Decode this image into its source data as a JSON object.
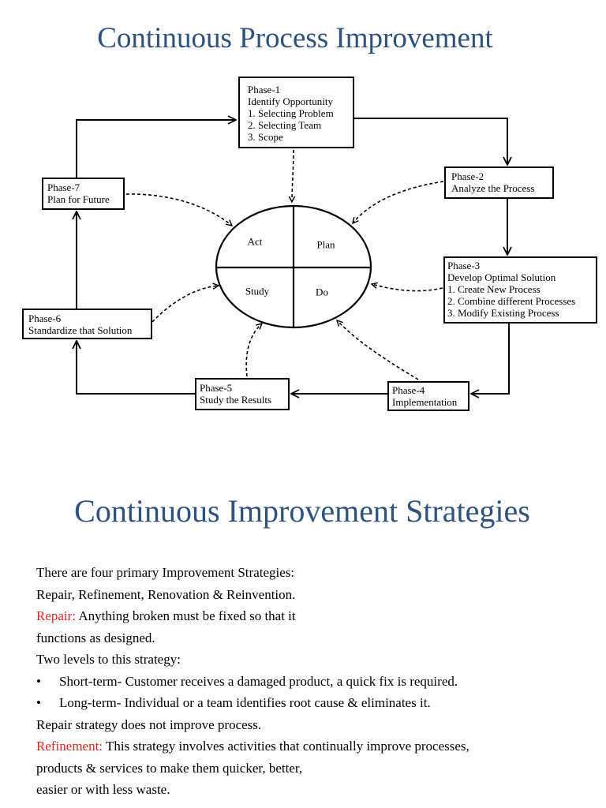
{
  "slide1": {
    "title": "Continuous Process Improvement",
    "phases": [
      {
        "heading": "Phase-1",
        "lines": [
          "Identify Opportunity",
          "1. Selecting Problem",
          "2. Selecting Team",
          "3. Scope"
        ]
      },
      {
        "heading": "Phase-2",
        "lines": [
          "Analyze the Process"
        ]
      },
      {
        "heading": "Phase-3",
        "lines": [
          "Develop Optimal Solution",
          "1. Create New Process",
          "2. Combine different Processes",
          "3. Modify Existing Process"
        ]
      },
      {
        "heading": "Phase-4",
        "lines": [
          "Implementation"
        ]
      },
      {
        "heading": "Phase-5",
        "lines": [
          "Study the Results"
        ]
      },
      {
        "heading": "Phase-6",
        "lines": [
          "Standardize that Solution"
        ]
      },
      {
        "heading": "Phase-7",
        "lines": [
          "Plan for Future"
        ]
      }
    ],
    "cycle": {
      "act": "Act",
      "plan": "Plan",
      "study": "Study",
      "do": "Do"
    }
  },
  "slide2": {
    "title": "Continuous Improvement Strategies",
    "intro": [
      "There are four primary Improvement Strategies:",
      "Repair, Refinement, Renovation & Reinvention."
    ],
    "repair": {
      "term": "Repair:",
      "text": " Anything broken must be fixed so that it",
      "continuation": "functions as designed."
    },
    "levels_intro": "Two levels to this strategy:",
    "bullet_symbol": "•",
    "bullets": [
      "Short-term- Customer receives a damaged product, a quick fix is required.",
      "Long-term- Individual or a team identifies root cause & eliminates it."
    ],
    "repair_note": "Repair strategy does not improve process.",
    "refinement": {
      "term": "Refinement:",
      "text": " This strategy involves activities that continually improve processes,",
      "continuation": [
        "products & services to make them quicker, better,",
        "easier or with less waste."
      ]
    }
  },
  "colors": {
    "title": "#2d5180",
    "highlight": "#e3231b",
    "text": "#000000"
  }
}
